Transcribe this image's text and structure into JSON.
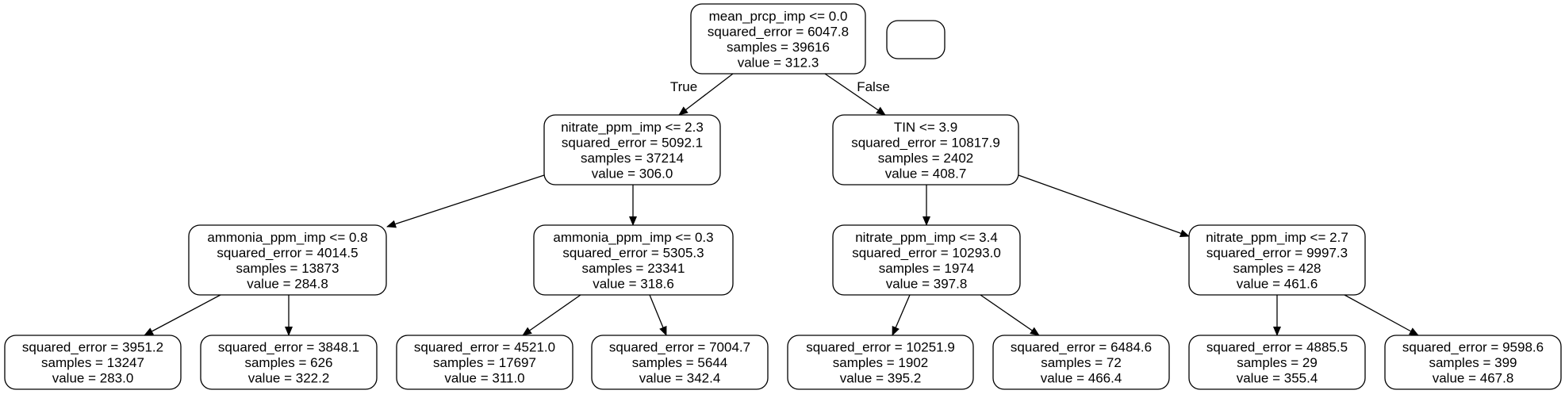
{
  "tree": {
    "nodes": [
      {
        "id": "n0",
        "lines": [
          "mean_prcp_imp <= 0.0",
          "squared_error = 6047.8",
          "samples = 39616",
          "value = 312.3"
        ]
      },
      {
        "id": "n1",
        "lines": [
          "nitrate_ppm_imp <= 2.3",
          "squared_error = 5092.1",
          "samples = 37214",
          "value = 306.0"
        ]
      },
      {
        "id": "n2",
        "lines": [
          "TIN <= 3.9",
          "squared_error = 10817.9",
          "samples = 2402",
          "value = 408.7"
        ]
      },
      {
        "id": "n3",
        "lines": [
          "ammonia_ppm_imp <= 0.8",
          "squared_error = 4014.5",
          "samples = 13873",
          "value = 284.8"
        ]
      },
      {
        "id": "n4",
        "lines": [
          "ammonia_ppm_imp <= 0.3",
          "squared_error = 5305.3",
          "samples = 23341",
          "value = 318.6"
        ]
      },
      {
        "id": "n5",
        "lines": [
          "nitrate_ppm_imp <= 3.4",
          "squared_error = 10293.0",
          "samples = 1974",
          "value = 397.8"
        ]
      },
      {
        "id": "n6",
        "lines": [
          "nitrate_ppm_imp <= 2.7",
          "squared_error = 9997.3",
          "samples = 428",
          "value = 461.6"
        ]
      },
      {
        "id": "n7",
        "lines": [
          "squared_error = 3951.2",
          "samples = 13247",
          "value = 283.0"
        ]
      },
      {
        "id": "n8",
        "lines": [
          "squared_error = 3848.1",
          "samples = 626",
          "value = 322.2"
        ]
      },
      {
        "id": "n9",
        "lines": [
          "squared_error = 4521.0",
          "samples = 17697",
          "value = 311.0"
        ]
      },
      {
        "id": "n10",
        "lines": [
          "squared_error = 7004.7",
          "samples = 5644",
          "value = 342.4"
        ]
      },
      {
        "id": "n11",
        "lines": [
          "squared_error = 10251.9",
          "samples = 1902",
          "value = 395.2"
        ]
      },
      {
        "id": "n12",
        "lines": [
          "squared_error = 6484.6",
          "samples = 72",
          "value = 466.4"
        ]
      },
      {
        "id": "n13",
        "lines": [
          "squared_error = 4885.5",
          "samples = 29",
          "value = 355.4"
        ]
      },
      {
        "id": "n14",
        "lines": [
          "squared_error = 9598.6",
          "samples = 399",
          "value = 467.8"
        ]
      }
    ],
    "edges": [
      {
        "from": "n0",
        "to": "n1",
        "label": "True"
      },
      {
        "from": "n0",
        "to": "n2",
        "label": "False"
      },
      {
        "from": "n1",
        "to": "n3",
        "label": ""
      },
      {
        "from": "n1",
        "to": "n4",
        "label": ""
      },
      {
        "from": "n2",
        "to": "n5",
        "label": ""
      },
      {
        "from": "n2",
        "to": "n6",
        "label": ""
      },
      {
        "from": "n3",
        "to": "n7",
        "label": ""
      },
      {
        "from": "n3",
        "to": "n8",
        "label": ""
      },
      {
        "from": "n4",
        "to": "n9",
        "label": ""
      },
      {
        "from": "n4",
        "to": "n10",
        "label": ""
      },
      {
        "from": "n5",
        "to": "n11",
        "label": ""
      },
      {
        "from": "n5",
        "to": "n12",
        "label": ""
      },
      {
        "from": "n6",
        "to": "n13",
        "label": ""
      },
      {
        "from": "n6",
        "to": "n14",
        "label": ""
      }
    ]
  }
}
